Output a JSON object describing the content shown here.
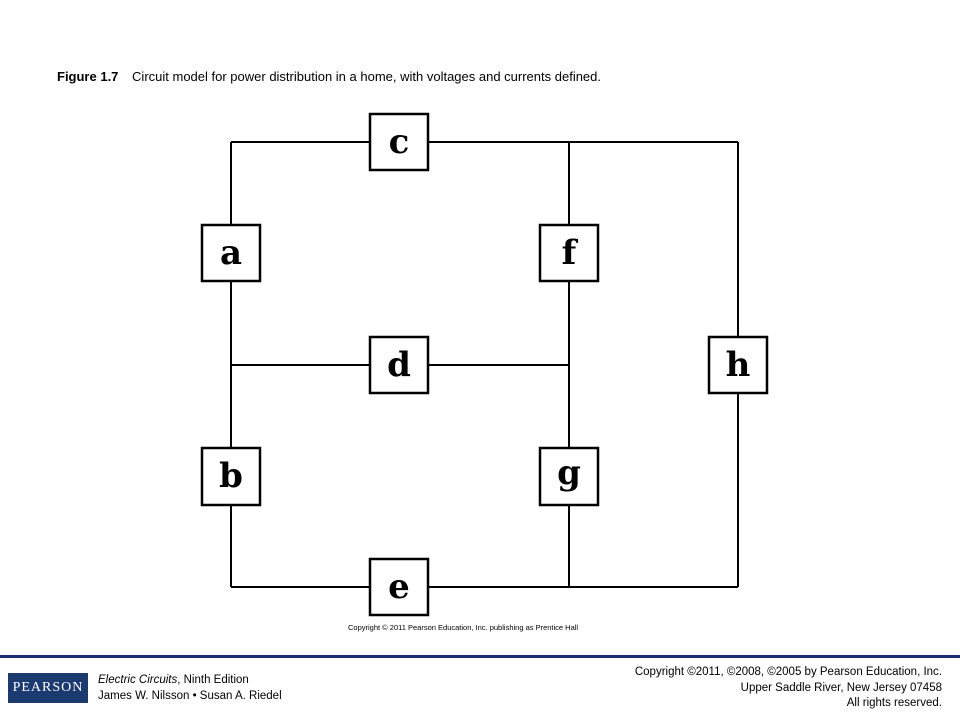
{
  "caption": {
    "figure_label": "Figure 1.7",
    "text": "Circuit model for power distribution in a home, with voltages and currents defined."
  },
  "diagram": {
    "nodes": {
      "a": "a",
      "b": "b",
      "c": "c",
      "d": "d",
      "e": "e",
      "f": "f",
      "g": "g",
      "h": "h"
    }
  },
  "figure_credit": "Copyright © 2011 Pearson Education, Inc. publishing as Prentice Hall",
  "footer": {
    "logo": "PEARSON",
    "book_title": "Electric Circuits",
    "book_edition": ", Ninth Edition",
    "authors": "James W. Nilsson • Susan A. Riedel",
    "copyright_line1": "Copyright ©2011, ©2008, ©2005 by Pearson Education, Inc.",
    "copyright_line2": "Upper Saddle River, New Jersey 07458",
    "copyright_line3": "All rights reserved.",
    "colors": {
      "rule": "#1f2f6e",
      "logo_bg": "#1b3a6f"
    }
  }
}
